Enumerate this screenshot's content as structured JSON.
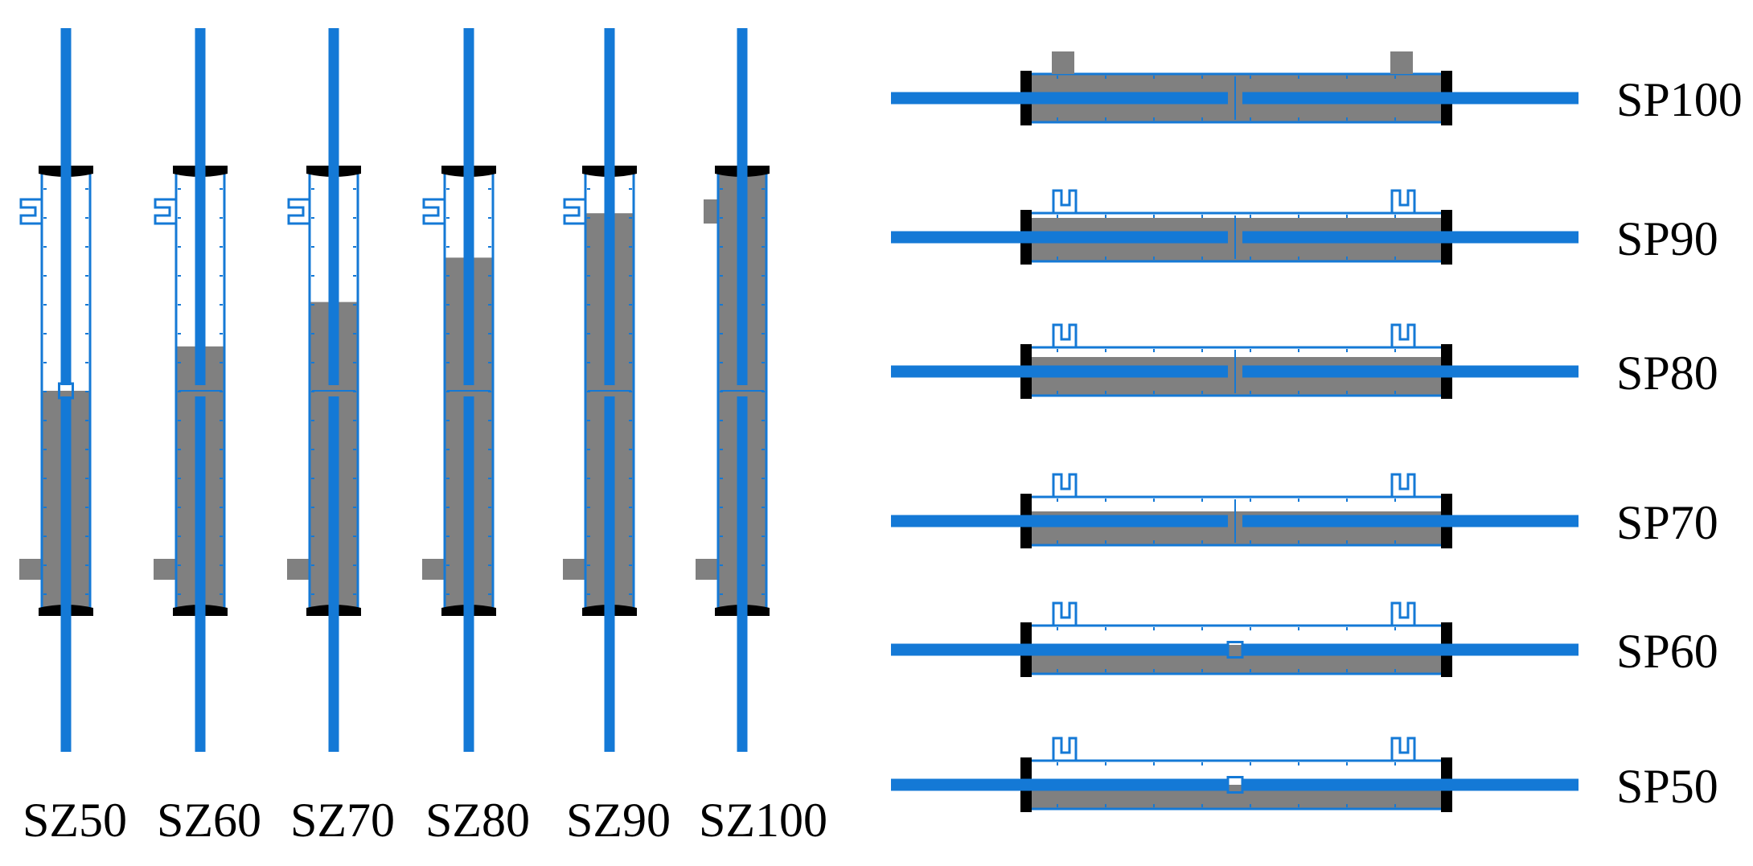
{
  "colors": {
    "pipe": "#1479D6",
    "fill": "#808080",
    "cap": "#000000",
    "wall": "#1479D6",
    "background": "#ffffff"
  },
  "vertical_specimens": [
    {
      "label": "SZ50",
      "fill_fraction": 0.5
    },
    {
      "label": "SZ60",
      "fill_fraction": 0.6
    },
    {
      "label": "SZ70",
      "fill_fraction": 0.7
    },
    {
      "label": "SZ80",
      "fill_fraction": 0.8
    },
    {
      "label": "SZ90",
      "fill_fraction": 0.9
    },
    {
      "label": "SZ100",
      "fill_fraction": 1.0
    }
  ],
  "horizontal_specimens": [
    {
      "label": "SP100",
      "fill_fraction": 1.0
    },
    {
      "label": "SP90",
      "fill_fraction": 0.9
    },
    {
      "label": "SP80",
      "fill_fraction": 0.8
    },
    {
      "label": "SP70",
      "fill_fraction": 0.7
    },
    {
      "label": "SP60",
      "fill_fraction": 0.6
    },
    {
      "label": "SP50",
      "fill_fraction": 0.5
    }
  ]
}
